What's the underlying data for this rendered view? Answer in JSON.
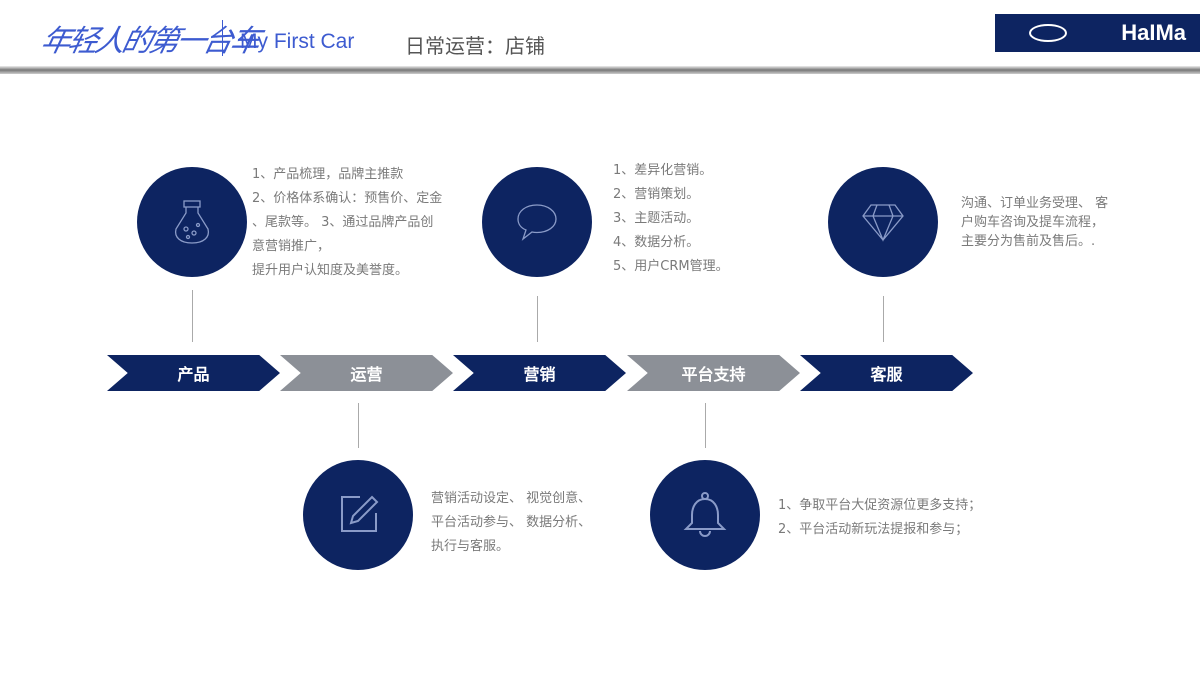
{
  "header": {
    "logo_script": "年轻人的第一台车",
    "subtitle": "My First Car",
    "title": "日常运营：店铺",
    "brand": "HaIMa"
  },
  "colors": {
    "navy": "#0d2461",
    "gray": "#8c9097",
    "accent": "#3d5bd0"
  },
  "steps": [
    {
      "label": "产品",
      "icon": "jar-icon",
      "lines": [
        "1、产品梳理，品牌主推款",
        "2、价格体系确认：预售价、定金",
        "、尾款等。 3、通过品牌产品创",
        "意营销推广，",
        "提升用户认知度及美誉度。"
      ]
    },
    {
      "label": "运营",
      "icon": "edit-icon",
      "lines": [
        "营销活动设定、 视觉创意、",
        "平台活动参与、 数据分析、",
        "执行与客服。"
      ]
    },
    {
      "label": "营销",
      "icon": "chat-bubble-icon",
      "lines": [
        "1、差异化营销。",
        "2、营销策划。",
        "3、主题活动。",
        "4、数据分析。",
        "5、用户CRM管理。"
      ]
    },
    {
      "label": "平台支持",
      "icon": "bell-icon",
      "lines": [
        "1、争取平台大促资源位更多支持；",
        "2、平台活动新玩法提报和参与；"
      ]
    },
    {
      "label": "客服",
      "icon": "diamond-icon",
      "lines": [
        "沟通、订单业务受理、 客",
        "户购车咨询及提车流程，",
        "主要分为售前及售后。."
      ]
    }
  ]
}
